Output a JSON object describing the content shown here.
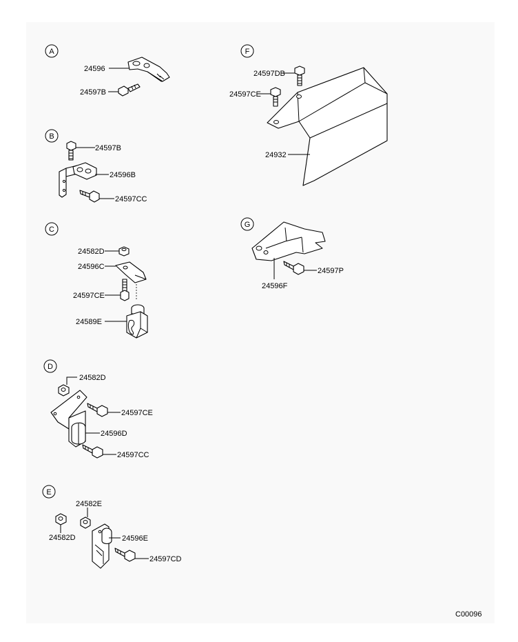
{
  "sections": {
    "A": {
      "label": "A",
      "parts": [
        "24596",
        "24597B"
      ]
    },
    "B": {
      "label": "B",
      "parts": [
        "24597B",
        "24596B",
        "24597CC"
      ]
    },
    "C": {
      "label": "C",
      "parts": [
        "24582D",
        "24596C",
        "24597CE",
        "24589E"
      ]
    },
    "D": {
      "label": "D",
      "parts": [
        "24582D",
        "24597CE",
        "24596D",
        "24597CC"
      ]
    },
    "E": {
      "label": "E",
      "parts": [
        "24582E",
        "24582D",
        "24596E",
        "24597CD"
      ]
    },
    "F": {
      "label": "F",
      "parts": [
        "24597DB",
        "24597CE",
        "24932"
      ]
    },
    "G": {
      "label": "G",
      "parts": [
        "24597P",
        "24596F"
      ]
    }
  },
  "figure_code": "C00096"
}
